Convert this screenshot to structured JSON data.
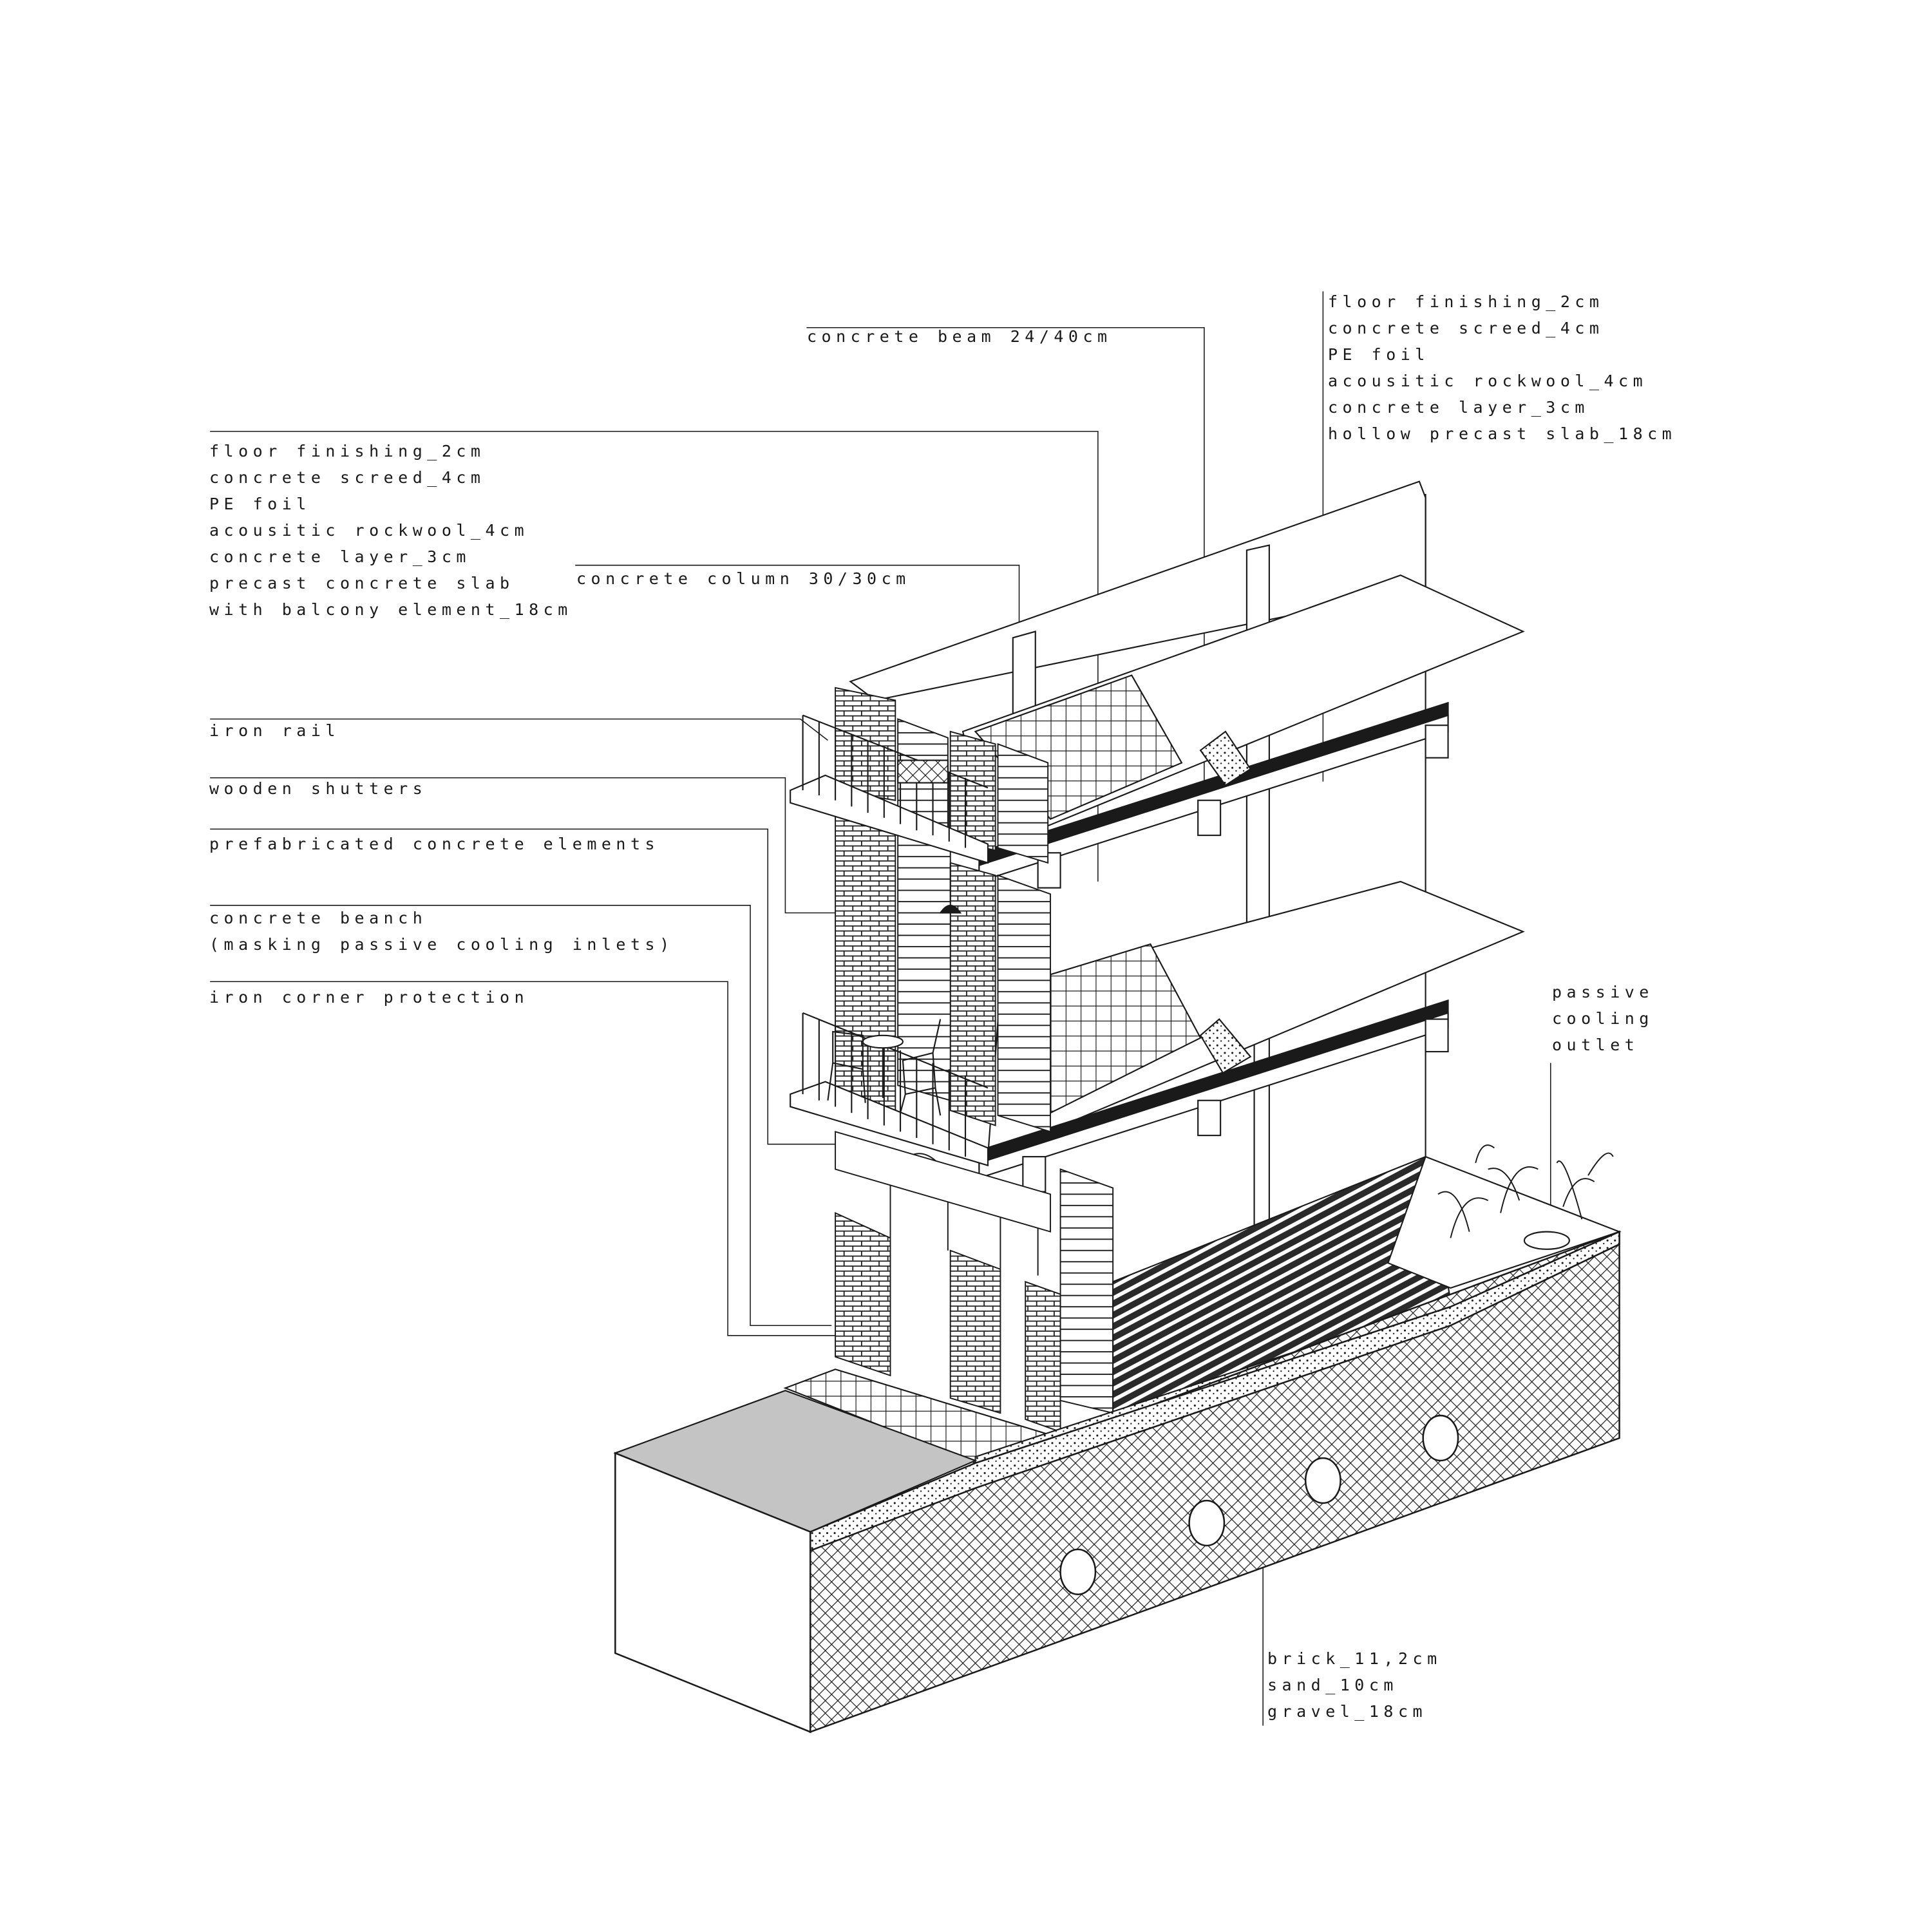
{
  "labels": {
    "floor_slab_left": [
      "floor finishing_2cm",
      "concrete screed_4cm",
      "PE foil",
      "acousitic rockwool_4cm",
      "concrete layer_3cm",
      "precast concrete slab",
      "with balcony element_18cm"
    ],
    "concrete_beam": "concrete beam 24/40cm",
    "floor_slab_right": [
      "floor finishing_2cm",
      "concrete screed_4cm",
      "PE foil",
      "acousitic rockwool_4cm",
      "concrete layer_3cm",
      "hollow precast slab_18cm"
    ],
    "concrete_column": "concrete column 30/30cm",
    "iron_rail": "iron rail",
    "wooden_shutters": "wooden shutters",
    "prefab_elements": "prefabricated concrete elements",
    "concrete_bench": [
      "concrete beanch",
      "(masking passive cooling inlets)"
    ],
    "iron_corner": "iron corner protection",
    "passive_cooling": [
      "passive",
      "cooling",
      "outlet"
    ],
    "ground_layers": [
      "brick_11,2cm",
      "sand_10cm",
      "gravel_18cm"
    ]
  },
  "colors": {
    "ink": "#1a1a1a",
    "grey_pavement": "#c4c4c4",
    "paper": "#ffffff"
  }
}
